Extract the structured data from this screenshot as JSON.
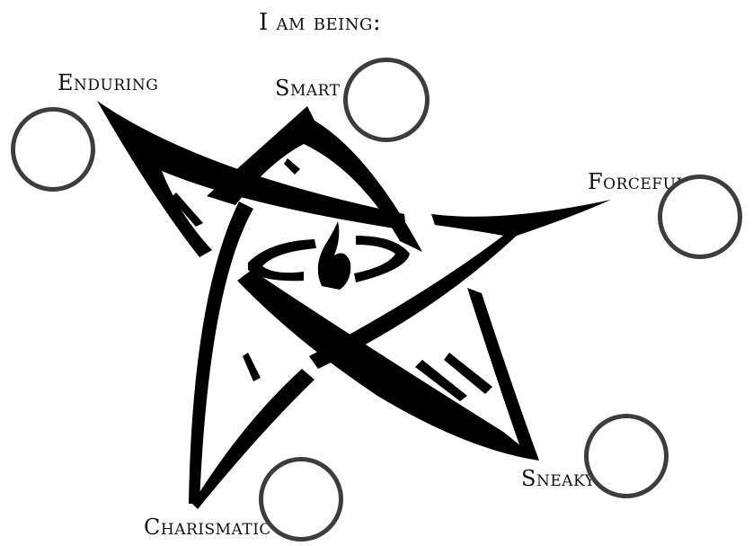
{
  "header": {
    "title": "I am being:"
  },
  "traits": {
    "enduring": "Enduring",
    "smart": "Smart",
    "forceful": "Forceful",
    "sneaky": "Sneaky",
    "charismatic": "Charismatic"
  },
  "colors": {
    "ink": "#000000",
    "circle_border": "#3d3d3d",
    "background": "#ffffff"
  }
}
